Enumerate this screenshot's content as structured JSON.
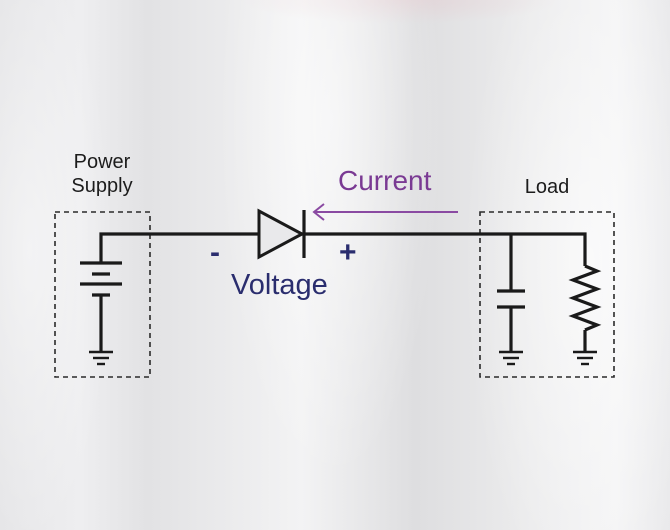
{
  "power_supply": {
    "label_line1": "Power",
    "label_line2": "Supply"
  },
  "load": {
    "label": "Load"
  },
  "current": {
    "label": "Current"
  },
  "voltage": {
    "label": "Voltage",
    "minus": "-",
    "plus": "+"
  },
  "colors": {
    "wire": "#1a1a1a",
    "current": "#7a3a93",
    "voltage": "#2a2d6e",
    "box_border": "#2a2a2a"
  },
  "icons": [
    "battery-icon",
    "diode-icon",
    "capacitor-icon",
    "resistor-icon",
    "ground-icon",
    "current-arrow-icon"
  ]
}
